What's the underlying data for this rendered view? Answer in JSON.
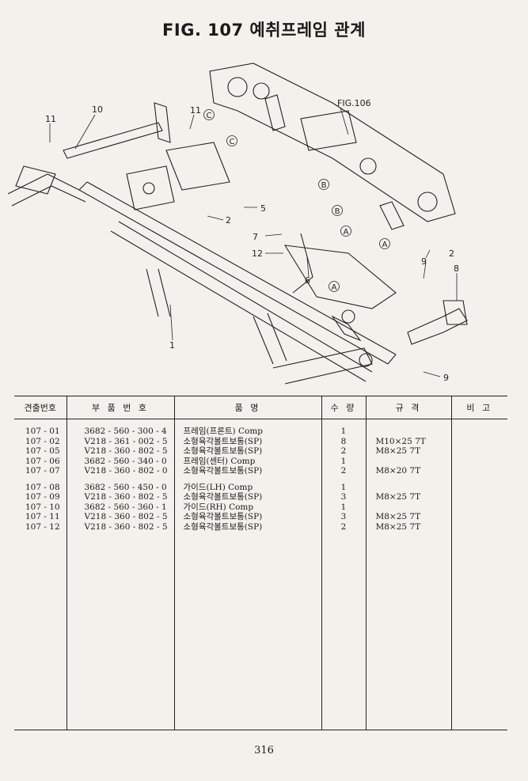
{
  "title": "FIG. 107 예취프레임 관계",
  "diagram": {
    "callouts": {
      "c1": "1",
      "c2a": "2",
      "c2b": "2",
      "c5": "5",
      "c6": "6",
      "c7": "7",
      "c8": "8",
      "c9a": "9",
      "c9b": "9",
      "c10": "10",
      "c11a": "11",
      "c11b": "11",
      "c12": "12",
      "fig_ref": "FIG.106"
    },
    "markers": {
      "a1": "A",
      "a2": "A",
      "a3": "A",
      "b1": "B",
      "b2": "B",
      "c1": "C",
      "c2": "C"
    }
  },
  "table": {
    "headers": {
      "no": "견출번호",
      "part_no": "부 품 번 호",
      "name": "품 명",
      "qty": "수 량",
      "spec": "규 격",
      "remarks": "비 고"
    },
    "group1": [
      {
        "no": "107 - 01",
        "part_no": "3682 - 560 - 300 - 4",
        "name": "프레임(프론트) Comp",
        "qty": "1",
        "spec": ""
      },
      {
        "no": "107 - 02",
        "part_no": "V218 - 361 - 002 - 5",
        "name": "소형육각볼트보통(SP)",
        "qty": "8",
        "spec": "M10×25 7T"
      },
      {
        "no": "107 - 05",
        "part_no": "V218 - 360 - 802 - 5",
        "name": "소형육각볼트보통(SP)",
        "qty": "2",
        "spec": "M8×25 7T"
      },
      {
        "no": "107 - 06",
        "part_no": "3682 - 560 - 340 - 0",
        "name": "프레임(센터) Comp",
        "qty": "1",
        "spec": ""
      },
      {
        "no": "107 - 07",
        "part_no": "V218 - 360 - 802 - 0",
        "name": "소형육각볼트보통(SP)",
        "qty": "2",
        "spec": "M8×20 7T"
      }
    ],
    "group2": [
      {
        "no": "107 - 08",
        "part_no": "3682 - 560 - 450 - 0",
        "name": "가이드(LH) Comp",
        "qty": "1",
        "spec": ""
      },
      {
        "no": "107 - 09",
        "part_no": "V218 - 360 - 802 - 5",
        "name": "소형육각볼트보통(SP)",
        "qty": "3",
        "spec": "M8×25 7T"
      },
      {
        "no": "107 - 10",
        "part_no": "3682 - 560 - 360 - 1",
        "name": "가이드(RH) Comp",
        "qty": "1",
        "spec": ""
      },
      {
        "no": "107 - 11",
        "part_no": "V218 - 360 - 802 - 5",
        "name": "소형육각볼트보통(SP)",
        "qty": "3",
        "spec": "M8×25 7T"
      },
      {
        "no": "107 - 12",
        "part_no": "V218 - 360 - 802 - 5",
        "name": "소형육각볼트보통(SP)",
        "qty": "2",
        "spec": "M8×25 7T"
      }
    ]
  },
  "page_number": "316"
}
